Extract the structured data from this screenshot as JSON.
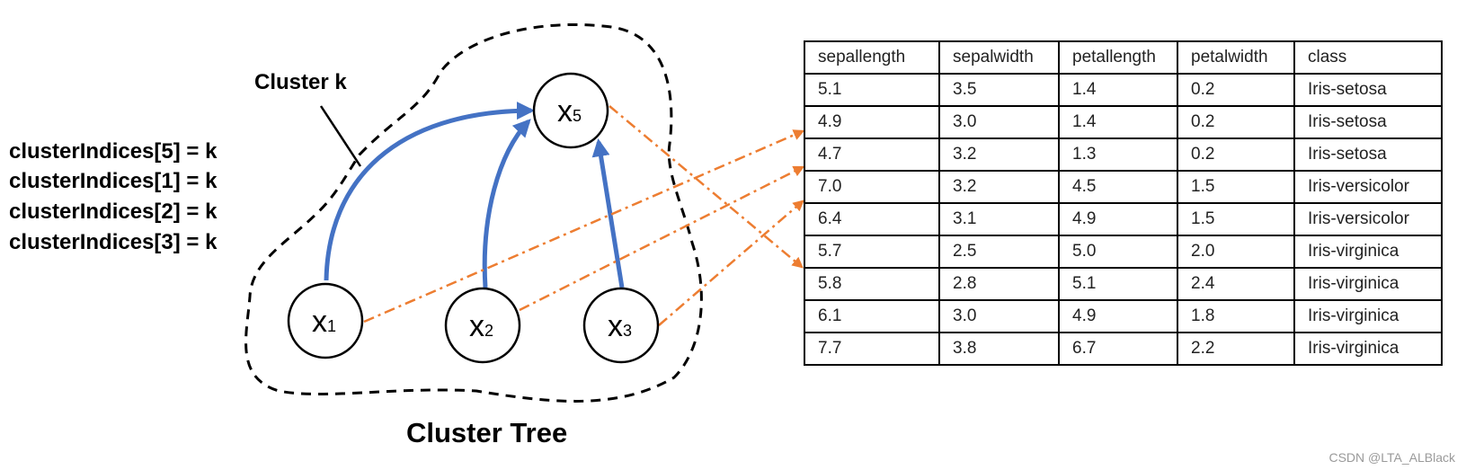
{
  "cluster_label": "Cluster k",
  "indices": [
    "clusterIndices[5] = k",
    "clusterIndices[1] = k",
    "clusterIndices[2] = k",
    "clusterIndices[3] = k"
  ],
  "nodes": {
    "x5": {
      "base": "x",
      "sub": "5"
    },
    "x1": {
      "base": "x",
      "sub": "1"
    },
    "x2": {
      "base": "x",
      "sub": "2"
    },
    "x3": {
      "base": "x",
      "sub": "3"
    }
  },
  "tree_title": "Cluster Tree",
  "table": {
    "headers": [
      "sepallength",
      "sepalwidth",
      "petallength",
      "petalwidth",
      "class"
    ],
    "rows": [
      [
        "5.1",
        "3.5",
        "1.4",
        "0.2",
        "Iris-setosa"
      ],
      [
        "4.9",
        "3.0",
        "1.4",
        "0.2",
        "Iris-setosa"
      ],
      [
        "4.7",
        "3.2",
        "1.3",
        "0.2",
        "Iris-setosa"
      ],
      [
        "7.0",
        "3.2",
        "4.5",
        "1.5",
        "Iris-versicolor"
      ],
      [
        "6.4",
        "3.1",
        "4.9",
        "1.5",
        "Iris-versicolor"
      ],
      [
        "5.7",
        "2.5",
        "5.0",
        "2.0",
        "Iris-virginica"
      ],
      [
        "5.8",
        "2.8",
        "5.1",
        "2.4",
        "Iris-virginica"
      ],
      [
        "6.1",
        "3.0",
        "4.9",
        "1.8",
        "Iris-virginica"
      ],
      [
        "7.7",
        "3.8",
        "6.7",
        "2.2",
        "Iris-virginica"
      ]
    ]
  },
  "watermark": "CSDN @LTA_ALBlack",
  "colors": {
    "tree_edge": "#4472C4",
    "mapping": "#ED7D31",
    "boundary": "#000000"
  }
}
